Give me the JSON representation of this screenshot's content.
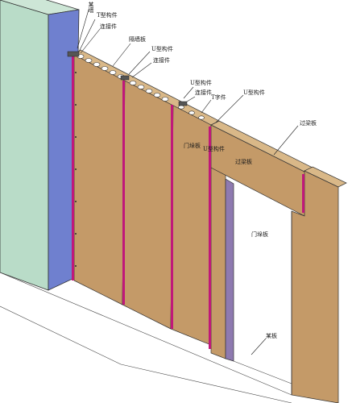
{
  "labels": {
    "column_wall": "某墙",
    "t_connector": "T型构件",
    "connector_top": "连接件",
    "wallboard": "隔墙板",
    "u_connector_1": "U型构件",
    "connector_2": "连接件",
    "u_connector_2": "U型构件",
    "connector_3": "连接件",
    "t_connector_2": "T字件",
    "u_connector_3": "U型构件",
    "lintel_board": "过梁板",
    "door_post_board": "门垛板",
    "u_connector_4": "U型构件",
    "lintel_mid": "过梁板",
    "door_frame_board": "门垛板",
    "floor": "某板"
  },
  "colors": {
    "column_face": "#b9dcc8",
    "column_side": "#6f80cf",
    "panel": "#c49a68",
    "panel_top": "#d9b888",
    "joint": "#c0187a",
    "door_jamb": "#8e7ab0"
  }
}
